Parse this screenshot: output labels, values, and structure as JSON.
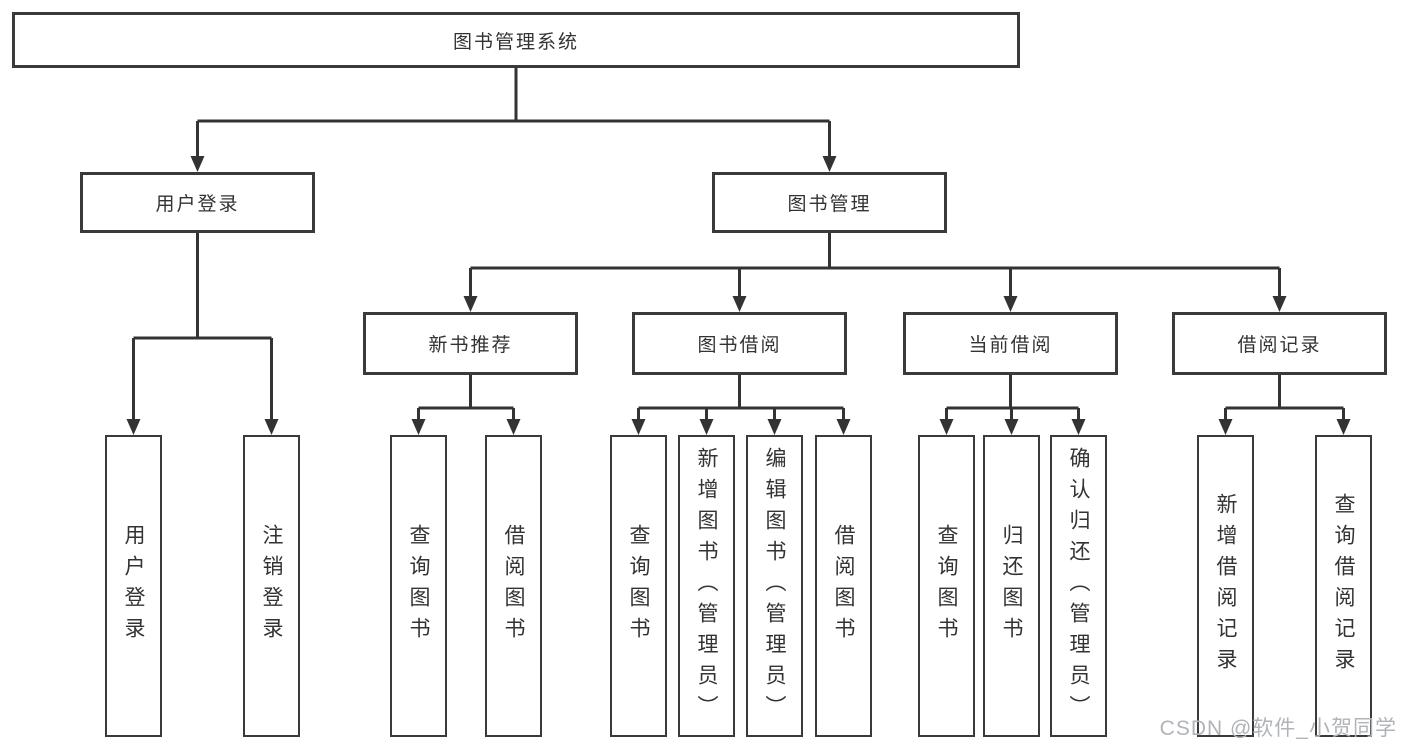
{
  "diagram": {
    "root": {
      "label": "图书管理系统"
    },
    "branches": [
      {
        "label": "用户登录",
        "children": [
          {
            "label": "用户登录"
          },
          {
            "label": "注销登录"
          }
        ]
      },
      {
        "label": "图书管理",
        "children": [
          {
            "label": "新书推荐",
            "children": [
              {
                "label": "查询图书"
              },
              {
                "label": "借阅图书"
              }
            ]
          },
          {
            "label": "图书借阅",
            "children": [
              {
                "label": "查询图书"
              },
              {
                "label": "新增图书（管理员）"
              },
              {
                "label": "编辑图书（管理员）"
              },
              {
                "label": "借阅图书"
              }
            ]
          },
          {
            "label": "当前借阅",
            "children": [
              {
                "label": "查询图书"
              },
              {
                "label": "归还图书"
              },
              {
                "label": "确认归还（管理员）"
              }
            ]
          },
          {
            "label": "借阅记录",
            "children": [
              {
                "label": "新增借阅记录"
              },
              {
                "label": "查询借阅记录"
              }
            ]
          }
        ]
      }
    ],
    "line_color": "#333333"
  },
  "watermark": {
    "text": "CSDN @软件_小贺同学"
  }
}
